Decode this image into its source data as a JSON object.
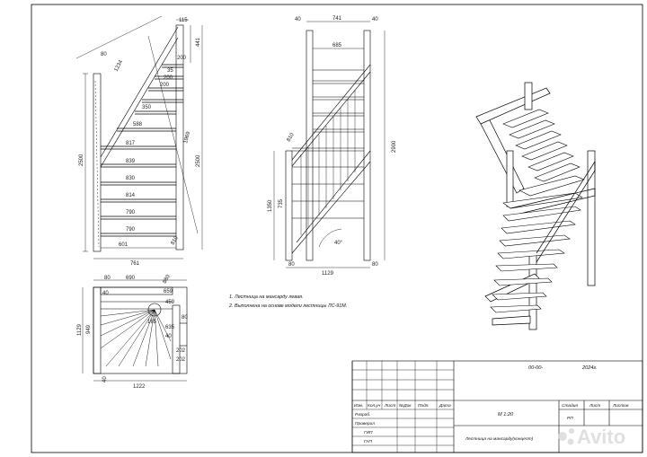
{
  "notes": [
    "1.    Лестница на мансарду левая.",
    "2.    Выполнена на основе модели лестницы ЛС-91М."
  ],
  "view_front": {
    "top": [
      "115",
      "200",
      "441",
      "35",
      "200",
      "200"
    ],
    "steps": [
      "350",
      "588",
      "817",
      "839",
      "830",
      "814",
      "790",
      "790",
      "601"
    ],
    "left": [
      "80",
      "1234",
      "2500"
    ],
    "right": [
      "1969",
      "2500",
      "810"
    ],
    "bottom": "761"
  },
  "view_side": {
    "top": [
      "40",
      "741",
      "685",
      "40"
    ],
    "right": [
      "2900"
    ],
    "left": [
      "810",
      "1350",
      "735"
    ],
    "bottom": [
      "80",
      "1129",
      "80"
    ],
    "angle": "40°"
  },
  "view_plan": {
    "top": [
      "80",
      "690",
      "880"
    ],
    "left": [
      "40",
      "1129",
      "949"
    ],
    "inner": [
      "659",
      "459",
      "635",
      "40",
      "202",
      "202",
      "165"
    ],
    "right": "80",
    "bottom": [
      "40",
      "1222"
    ]
  },
  "title_block": {
    "code": "00-00-",
    "year": "2024г.",
    "hdr": [
      "Изм.",
      "Кол.уч",
      "Лист",
      "№Док.",
      "Подп.",
      "Дата"
    ],
    "roles": [
      "Разраб.",
      "Проверил",
      "ГИП",
      "ГАП"
    ],
    "scale": "М 1:20",
    "stage_hdr": [
      "Стадия",
      "Лист",
      "Листов"
    ],
    "stage": "РП",
    "title": "Лестница на мансарду(концепт)"
  },
  "watermark": "Avito"
}
